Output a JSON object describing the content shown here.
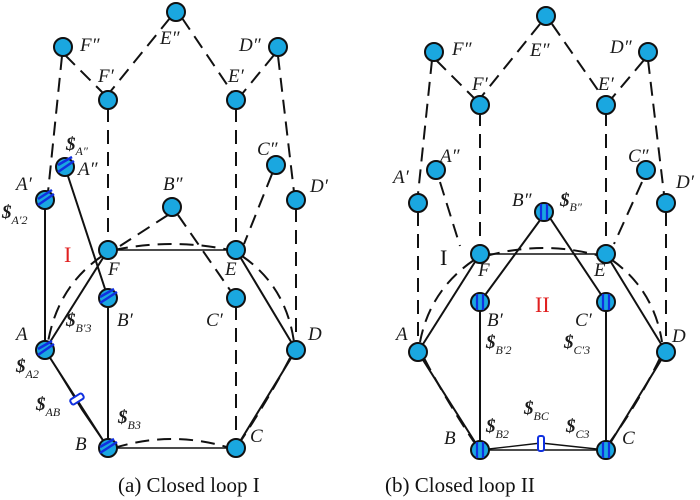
{
  "colors": {
    "node_fill": "#1aa7e0",
    "node_stroke": "#111111",
    "joint_highlight": "#1030e0",
    "loop_label": "#e02020",
    "line": "#111111"
  },
  "panels": [
    {
      "id": "a",
      "caption": "(a) Closed loop I",
      "loop_label": "I",
      "loop_label_color": "#e02020",
      "node_labels": {
        "F2": "F″",
        "E2": "E″",
        "D2": "D″",
        "F1": "F′",
        "E1": "E′",
        "A1": "A′",
        "A2": "A″",
        "B2": "B″",
        "C2": "C″",
        "D1": "D′",
        "F": "F",
        "E": "E",
        "B1": "B′",
        "C1": "C′",
        "A": "A",
        "D": "D",
        "B": "B",
        "C": "C"
      },
      "screw_labels": [
        {
          "symbol": "$",
          "sub": "A″"
        },
        {
          "symbol": "$",
          "sub": "A′2"
        },
        {
          "symbol": "$",
          "sub": "B′3"
        },
        {
          "symbol": "$",
          "sub": "A2"
        },
        {
          "symbol": "$",
          "sub": "AB"
        },
        {
          "symbol": "$",
          "sub": "B3"
        }
      ]
    },
    {
      "id": "b",
      "caption": "(b) Closed loop II",
      "loop_label": "II",
      "loop_label_color": "#e02020",
      "secondary_loop_label": "I",
      "node_labels": {
        "F2": "F″",
        "E2": "E″",
        "D2": "D″",
        "F1": "F′",
        "E1": "E′",
        "A1": "A′",
        "A2": "A″",
        "B2": "B″",
        "C2": "C″",
        "D1": "D′",
        "F": "F",
        "E": "E",
        "B1": "B′",
        "C1": "C′",
        "A": "A",
        "D": "D",
        "B": "B",
        "C": "C"
      },
      "screw_labels": [
        {
          "symbol": "$",
          "sub": "B″"
        },
        {
          "symbol": "$",
          "sub": "B′2"
        },
        {
          "symbol": "$",
          "sub": "C′3"
        },
        {
          "symbol": "$",
          "sub": "BC"
        },
        {
          "symbol": "$",
          "sub": "B2"
        },
        {
          "symbol": "$",
          "sub": "C3"
        }
      ]
    }
  ]
}
